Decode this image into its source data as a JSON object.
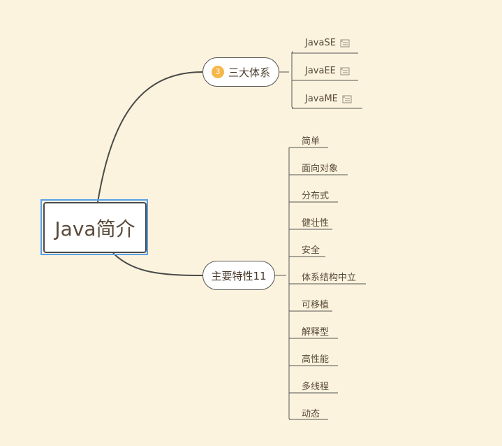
{
  "root": {
    "label": "Java简介"
  },
  "branches": [
    {
      "label": "三大体系",
      "badge": "3",
      "children": [
        {
          "label": "JavaSE",
          "icon": "note-icon"
        },
        {
          "label": "JavaEE",
          "icon": "note-icon"
        },
        {
          "label": "JavaME",
          "icon": "note-icon"
        }
      ]
    },
    {
      "label": "主要特性11",
      "children": [
        {
          "label": "简单"
        },
        {
          "label": "面向对象"
        },
        {
          "label": "分布式"
        },
        {
          "label": "健壮性"
        },
        {
          "label": "安全"
        },
        {
          "label": "体系结构中立"
        },
        {
          "label": "可移植"
        },
        {
          "label": "解释型"
        },
        {
          "label": "高性能"
        },
        {
          "label": "多线程"
        },
        {
          "label": "动态"
        }
      ]
    }
  ],
  "colors": {
    "background": "#fbf3dd",
    "line": "#4a4a4a",
    "selection": "#5a9ee8",
    "badge": "#f6b74a"
  }
}
